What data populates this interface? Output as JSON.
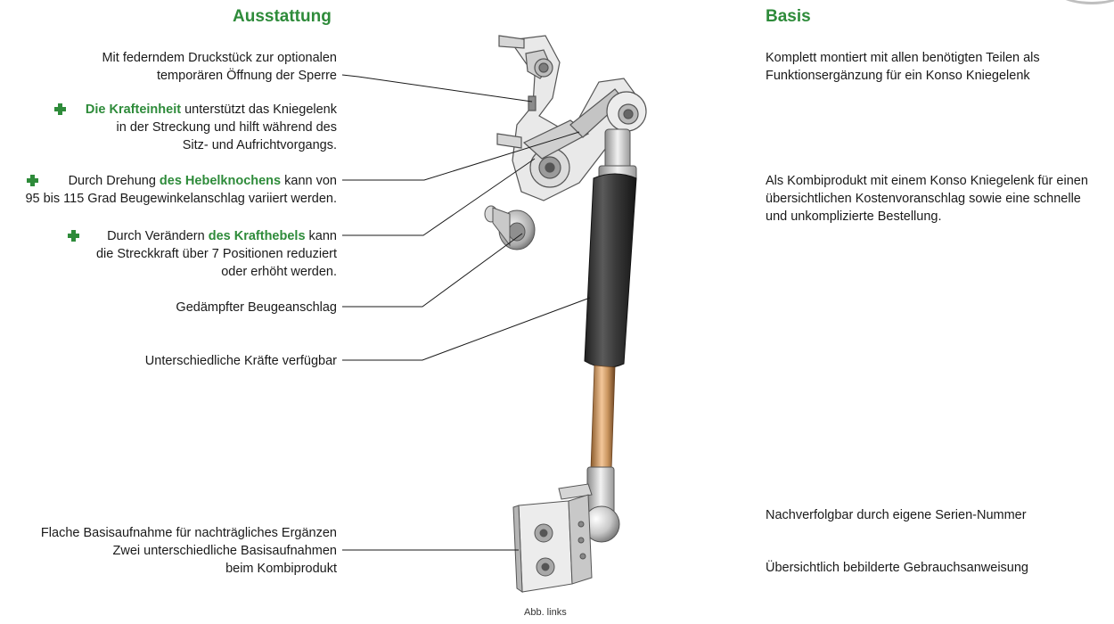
{
  "headings": {
    "left": "Ausstattung",
    "right": "Basis"
  },
  "left_items": [
    {
      "lines": [
        [
          {
            "t": "Mit "
          },
          {
            "t": "federndem Druckstück",
            "s": "b"
          },
          {
            "t": " zur optionalen"
          }
        ],
        [
          {
            "t": "temporären Öffnung der Sperre"
          }
        ]
      ]
    },
    {
      "plus": true,
      "lines": [
        [
          {
            "t": "Die Krafteinheit",
            "s": "g"
          },
          {
            "t": " unterstützt das Kniegelenk"
          }
        ],
        [
          {
            "t": "in der Streckung und hilft während des"
          }
        ],
        [
          {
            "t": "Sitz- und Aufrichtvorgangs."
          }
        ]
      ]
    },
    {
      "plus": true,
      "lines": [
        [
          {
            "t": "Durch Drehung "
          },
          {
            "t": "des Hebelknochens",
            "s": "g"
          },
          {
            "t": " kann von"
          }
        ],
        [
          {
            "t": "95 bis 115 Grad Beugewinkelanschlag",
            "s": "b"
          },
          {
            "t": " variiert werden."
          }
        ]
      ]
    },
    {
      "plus": true,
      "lines": [
        [
          {
            "t": "Durch Verändern "
          },
          {
            "t": "des Krafthebels",
            "s": "g"
          },
          {
            "t": " kann"
          }
        ],
        [
          {
            "t": "die Streckkraft über "
          },
          {
            "t": "7 Positionen",
            "s": "b"
          },
          {
            "t": " reduziert"
          }
        ],
        [
          {
            "t": "oder erhöht werden."
          }
        ]
      ]
    },
    {
      "lines": [
        [
          {
            "t": "Gedämpfter Beugeanschlag",
            "s": "b"
          }
        ]
      ]
    },
    {
      "lines": [
        [
          {
            "t": "Unterschiedliche Kräfte",
            "s": "b"
          },
          {
            "t": " verfügbar"
          }
        ]
      ]
    },
    {
      "lines": [
        [
          {
            "t": "Flache Basisaufnahme",
            "s": "b"
          },
          {
            "t": " für nachträgliches Ergänzen"
          }
        ],
        [
          {
            "t": "Zwei unterschiedliche Basisaufnahmen",
            "s": "b"
          }
        ],
        [
          {
            "t": "beim Kombiprodukt"
          }
        ]
      ]
    }
  ],
  "right_items": [
    {
      "lines": [
        [
          {
            "t": "Komplett montiert",
            "s": "b"
          },
          {
            "t": " mit allen benötigten Teilen als"
          }
        ],
        [
          {
            "t": "Funktionsergänzung für ein Konso Kniegelenk"
          }
        ]
      ]
    },
    {
      "lines": [
        [
          {
            "t": "Als Kombiprodukt",
            "s": "b"
          },
          {
            "t": " mit einem Konso Kniegelenk für einen"
          }
        ],
        [
          {
            "t": "übersichtlichen Kostenvoranschlag sowie eine schnelle"
          }
        ],
        [
          {
            "t": "und unkomplizierte Bestellung."
          }
        ]
      ]
    },
    {
      "lines": [
        [
          {
            "t": "Nachverfolgbar durch "
          },
          {
            "t": "eigene Serien-Nummer",
            "s": "b"
          }
        ]
      ]
    },
    {
      "lines": [
        [
          {
            "t": "Übersichtlich "
          },
          {
            "t": "bebilderte Gebrauchsanweisung",
            "s": "b"
          }
        ]
      ]
    }
  ],
  "caption": "Abb. links",
  "colors": {
    "accent": "#2e8b3a",
    "text": "#1a1a1a",
    "leader": "#1a1a1a"
  }
}
